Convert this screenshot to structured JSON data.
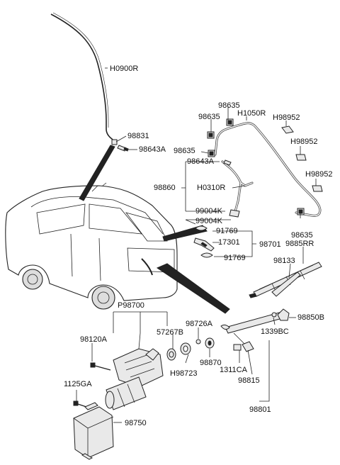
{
  "labels": {
    "h0900r": "H0900R",
    "p98831": "98831",
    "p98643a_top": "98643A",
    "p98635_a": "98635",
    "p98635_b": "98635",
    "h1050r": "H1050R",
    "h98952_a": "H98952",
    "h98952_b": "H98952",
    "h98952_c": "H98952",
    "p98635_c": "98635",
    "p98643a_mid": "98643A",
    "p98860": "98860",
    "h0310r": "H0310R",
    "p99004k_a": "99004K",
    "p99004k_b": "99004K",
    "p91769_a": "91769",
    "p17301": "17301",
    "p98701": "98701",
    "p91769_b": "91769",
    "p98635_d": "98635",
    "p9885rr": "9885RR",
    "p98133": "98133",
    "p98700": "P98700",
    "p98726a": "98726A",
    "p98850b": "98850B",
    "p98120a": "98120A",
    "p57267b": "57267B",
    "p1339bc": "1339BC",
    "h98723": "H98723",
    "p98870": "98870",
    "p1311ca": "1311CA",
    "p98815": "98815",
    "p1125ga": "1125GA",
    "p98750": "98750",
    "p98801": "98801"
  },
  "colors": {
    "line": "#222222",
    "part_fill": "#e9e9e9",
    "background": "#ffffff"
  }
}
